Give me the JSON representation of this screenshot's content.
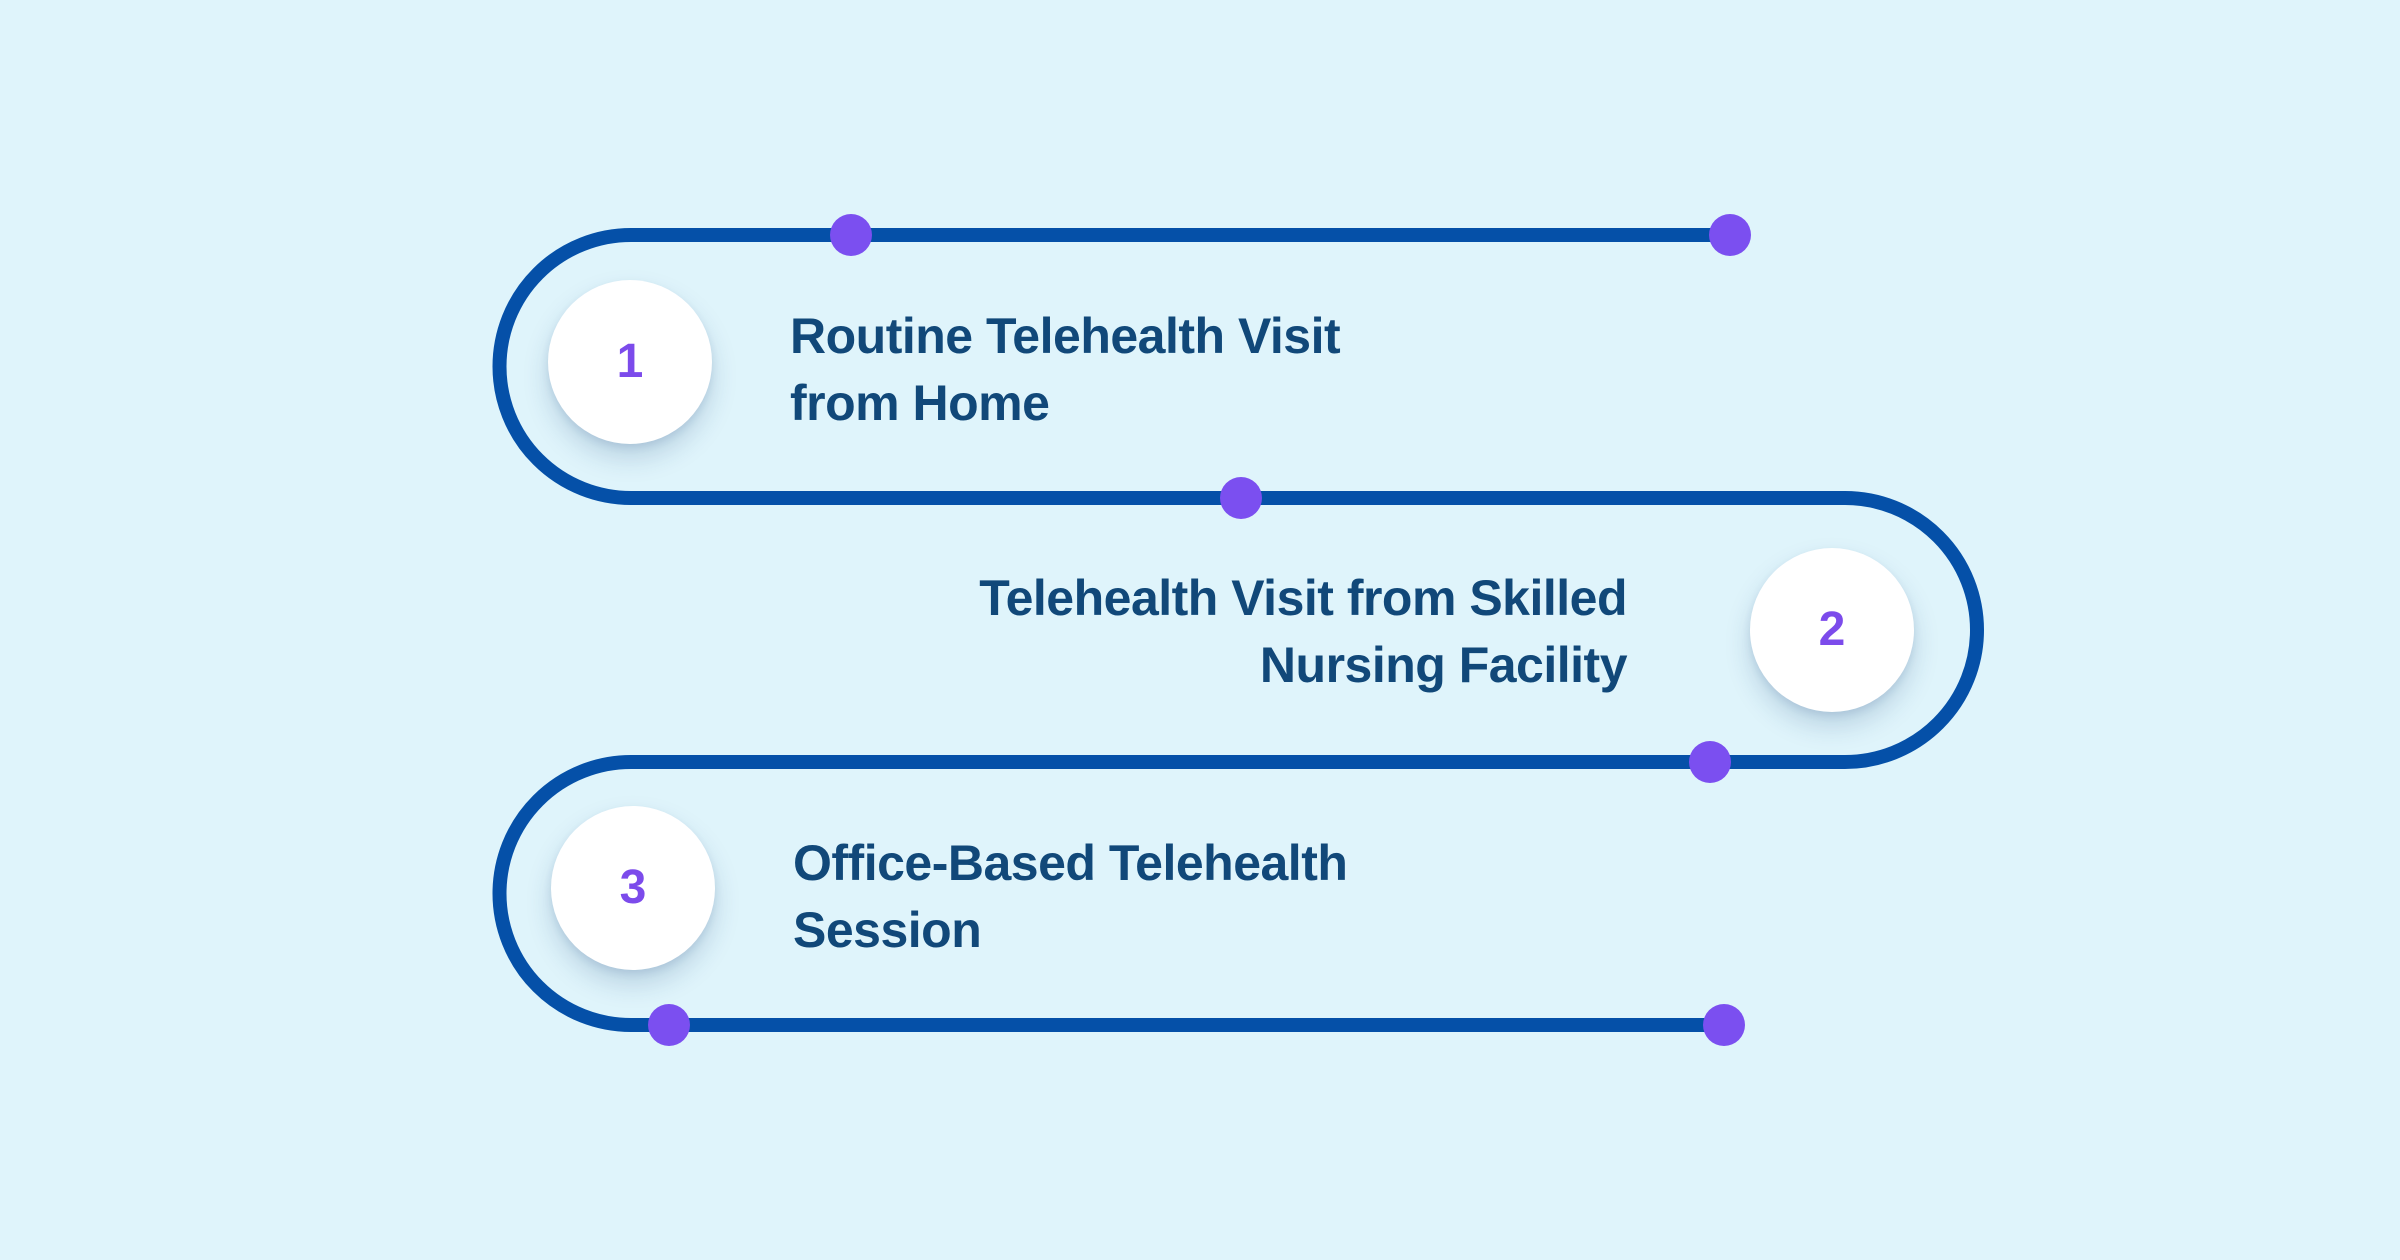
{
  "colors": {
    "bg": "#DFF4FB",
    "path": "#0550A8",
    "dot": "#7B4FF0",
    "number": "#7C4BEB",
    "text": "#114879"
  },
  "steps": [
    {
      "number": "1",
      "lines": [
        "Routine Telehealth Visit",
        "from Home"
      ]
    },
    {
      "number": "2",
      "lines": [
        "Telehealth Visit from Skilled",
        "Nursing Facility"
      ]
    },
    {
      "number": "3",
      "lines": [
        "Office-Based Telehealth",
        "Session"
      ]
    }
  ]
}
